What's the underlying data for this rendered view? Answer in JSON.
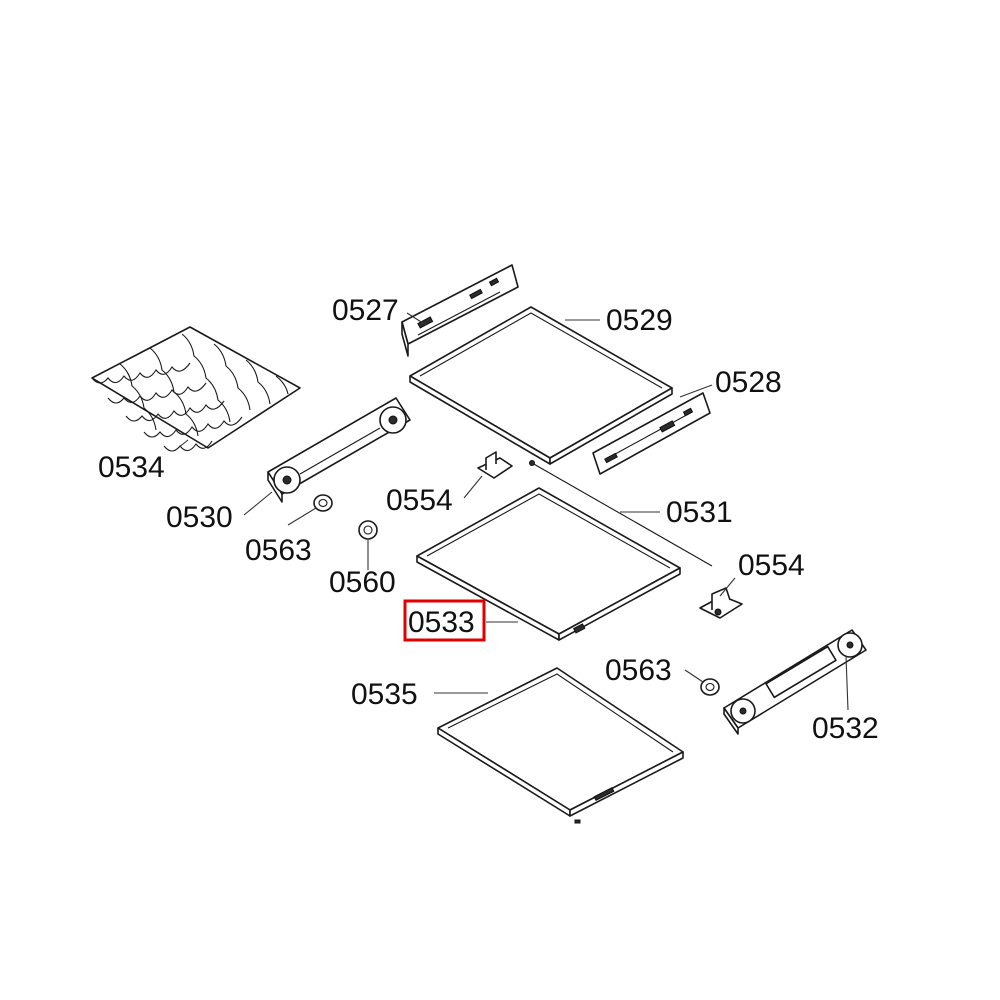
{
  "diagram": {
    "highlighted_part": "0533",
    "highlight_color": "#e00000",
    "parts": [
      {
        "id": "p0527",
        "label": "0527",
        "name": "left-rail"
      },
      {
        "id": "p0529",
        "label": "0529",
        "name": "top-shelf"
      },
      {
        "id": "p0528",
        "label": "0528",
        "name": "right-rail"
      },
      {
        "id": "p0534",
        "label": "0534",
        "name": "bottle-rack"
      },
      {
        "id": "p0530",
        "label": "0530",
        "name": "left-hinge-bracket"
      },
      {
        "id": "p0554a",
        "label": "0554",
        "name": "clip-upper"
      },
      {
        "id": "p0531",
        "label": "0531",
        "name": "rod"
      },
      {
        "id": "p0563a",
        "label": "0563",
        "name": "washer-left"
      },
      {
        "id": "p0560",
        "label": "0560",
        "name": "bushing"
      },
      {
        "id": "p0554b",
        "label": "0554",
        "name": "clip-lower"
      },
      {
        "id": "p0533",
        "label": "0533",
        "name": "middle-shelf"
      },
      {
        "id": "p0563b",
        "label": "0563",
        "name": "washer-right"
      },
      {
        "id": "p0535",
        "label": "0535",
        "name": "bottom-shelf"
      },
      {
        "id": "p0532",
        "label": "0532",
        "name": "right-hinge-bracket"
      }
    ]
  }
}
